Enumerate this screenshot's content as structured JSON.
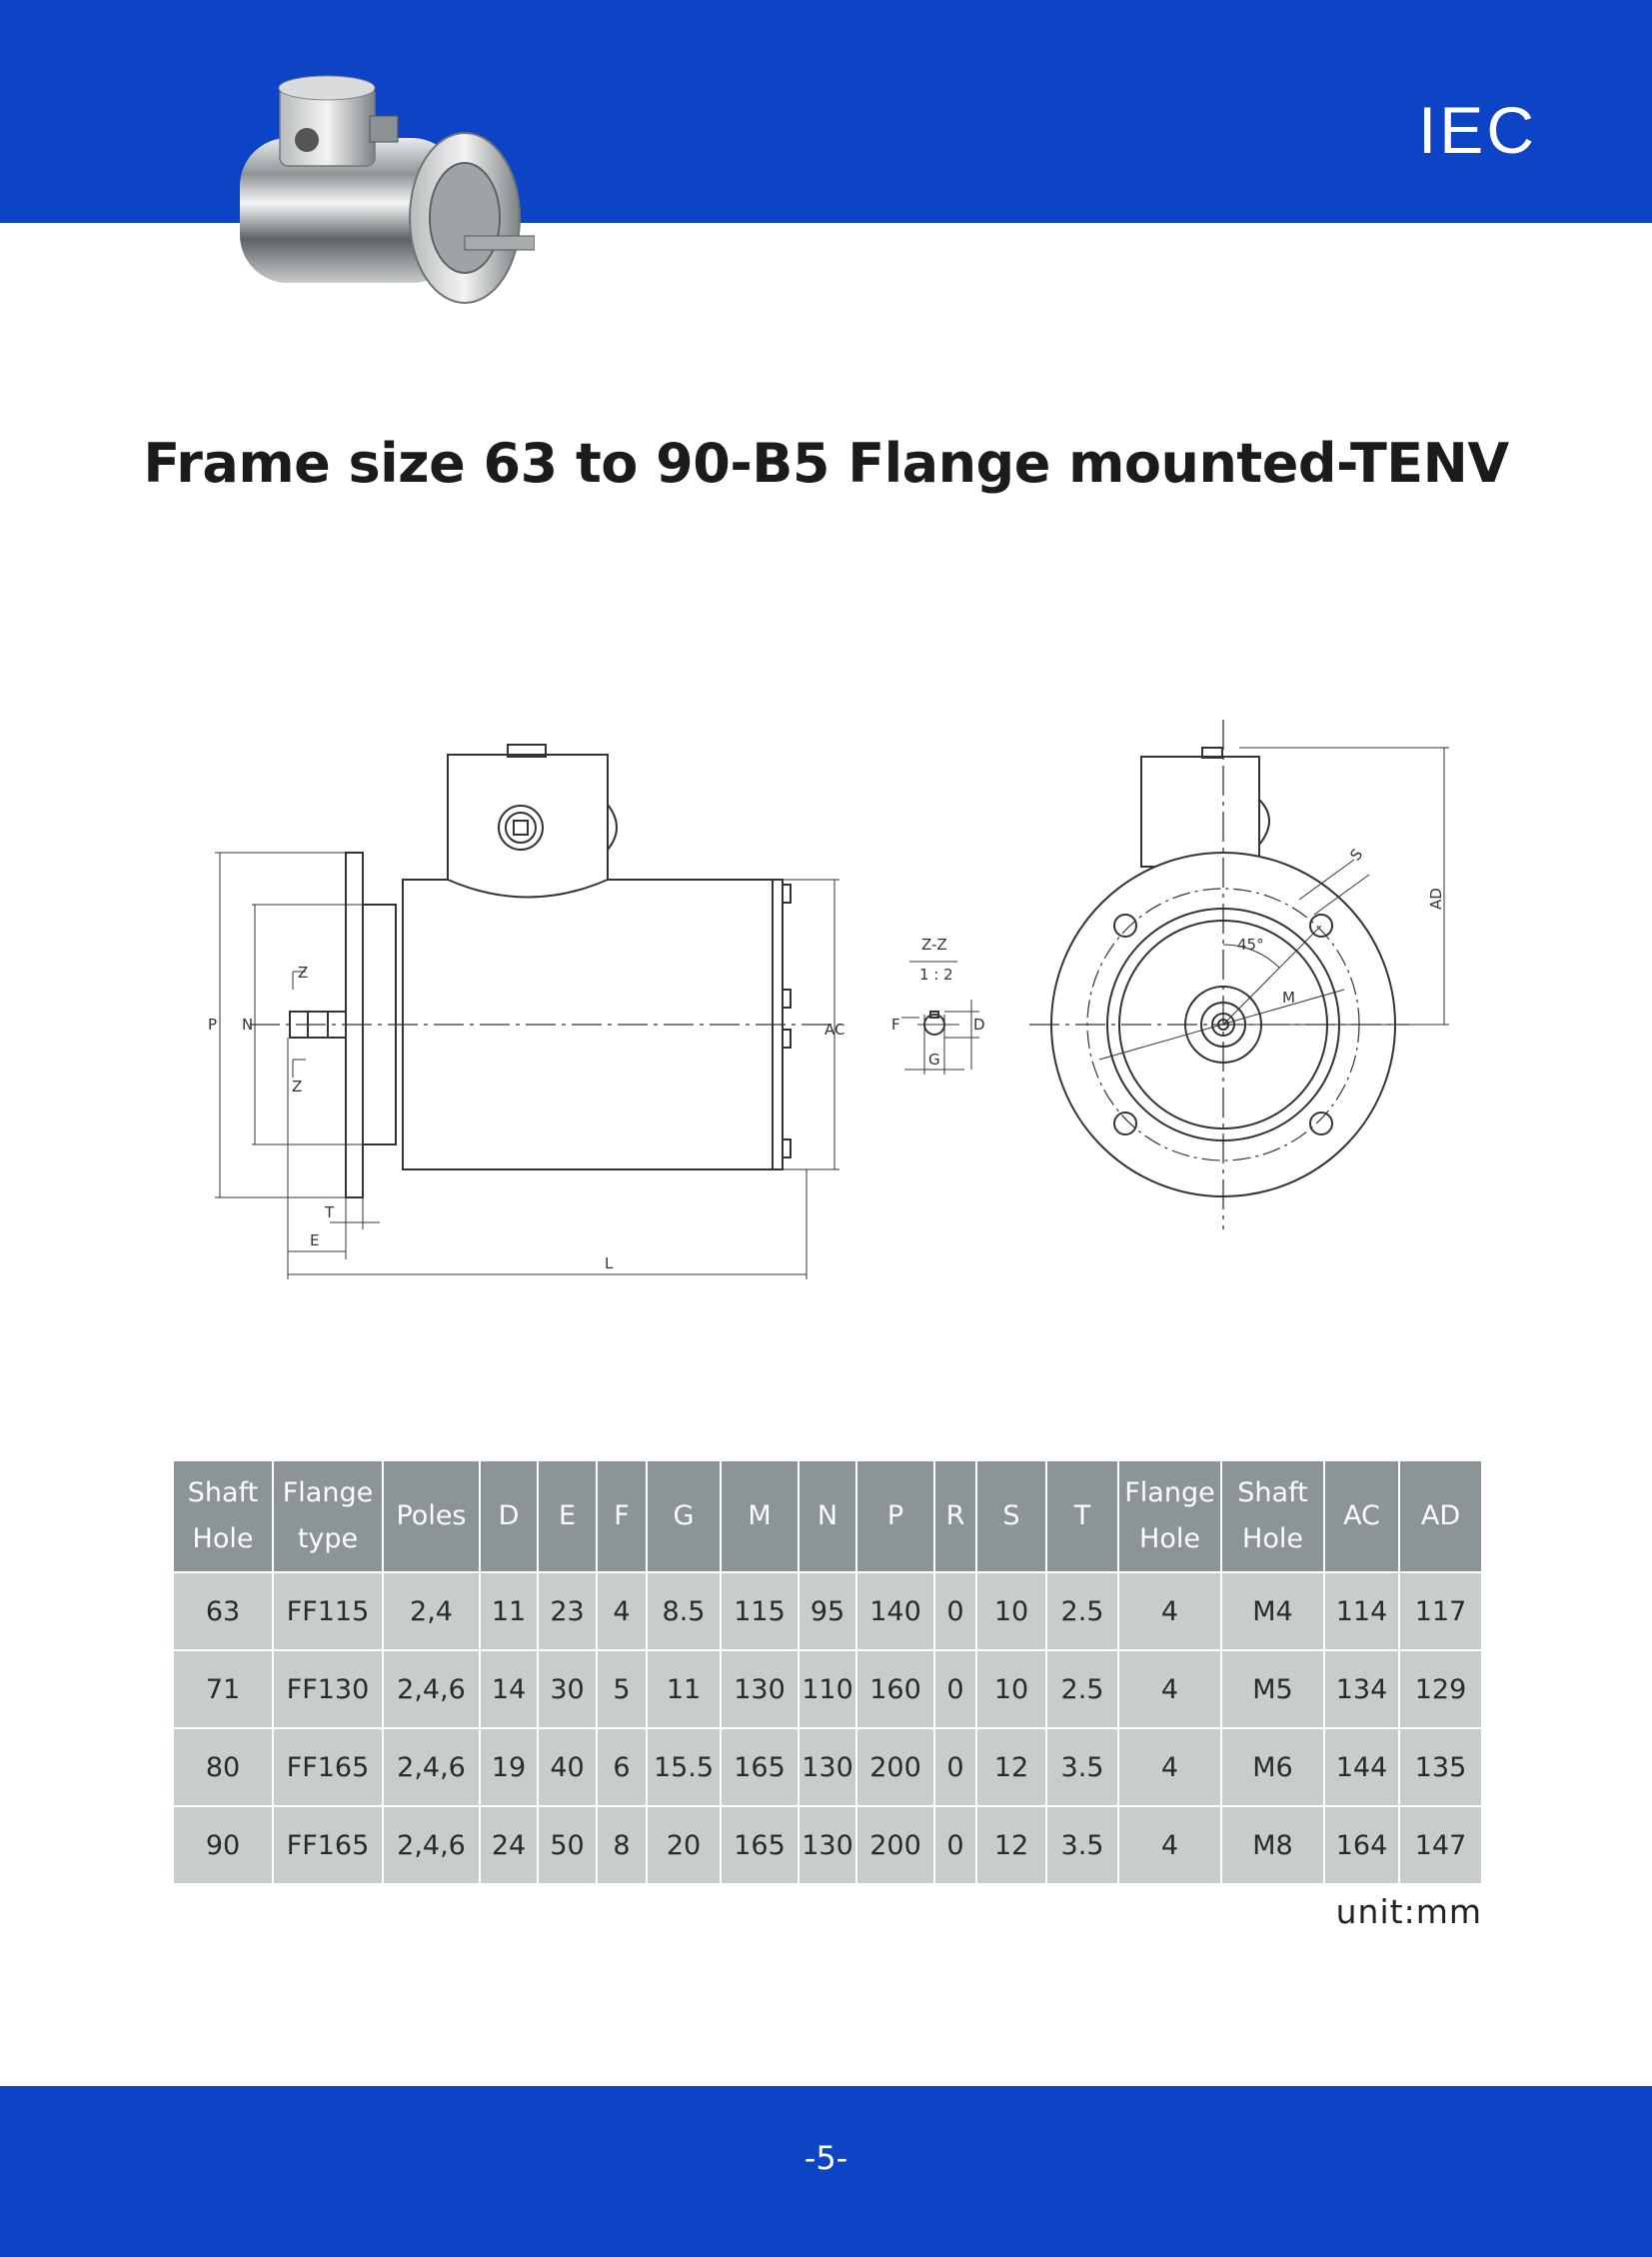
{
  "header": {
    "brand": "IEC",
    "band_color": "#0c44c5"
  },
  "product_image": {
    "icon": "stainless-steel-motor-photo"
  },
  "title": "Frame size 63 to 90-B5 Flange mounted-TENV",
  "drawing": {
    "side_labels": {
      "p": "P",
      "n": "N",
      "z_top": "Z",
      "z_bottom": "Z",
      "t": "T",
      "e": "E",
      "l": "L",
      "ac": "AC"
    },
    "section": {
      "title": "Z-Z",
      "scale": "1 : 2",
      "f": "F",
      "d": "D",
      "g": "G"
    },
    "end_labels": {
      "s": "S",
      "angle": "45°",
      "m": "M",
      "ad": "AD"
    }
  },
  "table": {
    "headers": [
      [
        "Shaft",
        "Hole"
      ],
      [
        "Flange",
        "type"
      ],
      [
        "Poles"
      ],
      [
        "D"
      ],
      [
        "E"
      ],
      [
        "F"
      ],
      [
        "G"
      ],
      [
        "M"
      ],
      [
        "N"
      ],
      [
        "P"
      ],
      [
        "R"
      ],
      [
        "S"
      ],
      [
        "T"
      ],
      [
        "Flange",
        "Hole"
      ],
      [
        "Shaft",
        "Hole"
      ],
      [
        "AC"
      ],
      [
        "AD"
      ]
    ],
    "rows": [
      [
        "63",
        "FF115",
        "2,4",
        "11",
        "23",
        "4",
        "8.5",
        "115",
        "95",
        "140",
        "0",
        "10",
        "2.5",
        "4",
        "M4",
        "114",
        "117"
      ],
      [
        "71",
        "FF130",
        "2,4,6",
        "14",
        "30",
        "5",
        "11",
        "130",
        "110",
        "160",
        "0",
        "10",
        "2.5",
        "4",
        "M5",
        "134",
        "129"
      ],
      [
        "80",
        "FF165",
        "2,4,6",
        "19",
        "40",
        "6",
        "15.5",
        "165",
        "130",
        "200",
        "0",
        "12",
        "3.5",
        "4",
        "M6",
        "144",
        "135"
      ],
      [
        "90",
        "FF165",
        "2,4,6",
        "24",
        "50",
        "8",
        "20",
        "165",
        "130",
        "200",
        "0",
        "12",
        "3.5",
        "4",
        "M8",
        "164",
        "147"
      ]
    ]
  },
  "unit": "unit:mm",
  "footer": {
    "page_number": "-5-"
  }
}
